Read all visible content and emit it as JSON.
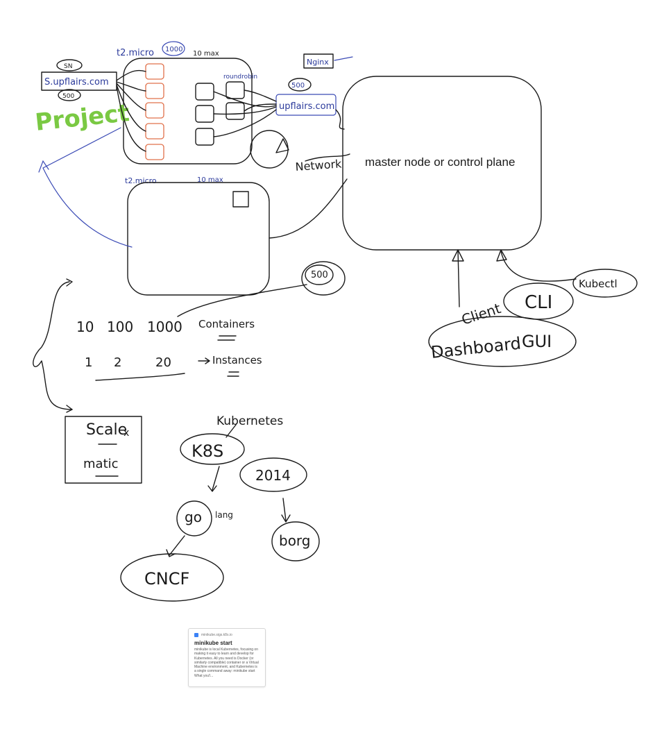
{
  "canvas": {
    "master_label": "master node or control plane",
    "labels": {
      "t2_micro_top": "t2.micro",
      "count_1000": "1000",
      "ten_max": "10 max",
      "sn": "SN",
      "domain_left": "S.upflairs.com",
      "count_500_left": "500",
      "project": "Project",
      "nginx": "Nginx",
      "count_500_right": "500",
      "domain_right": "upflairs.com",
      "network": "Network",
      "t2_micro_bottom": "t2.micro",
      "ten_max_bottom": "10 max",
      "roundtrip": "roundrobin",
      "five_hundred_circle": "500",
      "containers_row": [
        "10",
        "100",
        "1000"
      ],
      "containers_label": "Containers",
      "instances_row": [
        "1",
        "2",
        "20"
      ],
      "instances_label": "Instances",
      "scale": "Scale",
      "matic": "matic",
      "x_mark": "x",
      "kubernetes": "Kubernetes",
      "k8s": "K8S",
      "year": "2014",
      "go": "go",
      "lang": "lang",
      "borg": "borg",
      "cncf": "CNCF",
      "client": "Client",
      "cli": "CLI",
      "kubectl": "Kubectl",
      "dashboard": "Dashboard",
      "gui": "GUI"
    }
  },
  "link_card": {
    "source": "minikube.sigs.k8s.io",
    "title": "minikube start",
    "description": "minikube is local Kubernetes, focusing on making it easy to learn and develop for Kubernetes. All you need is Docker (or similarly compatible) container or a Virtual Machine environment, and Kubernetes is a single command away: minikube start What you'l..."
  },
  "colors": {
    "ink": "#1a1a1a",
    "blue_ink": "#2b3a9b",
    "orange_box": "#e0704a",
    "project_green": "#7ac943"
  }
}
